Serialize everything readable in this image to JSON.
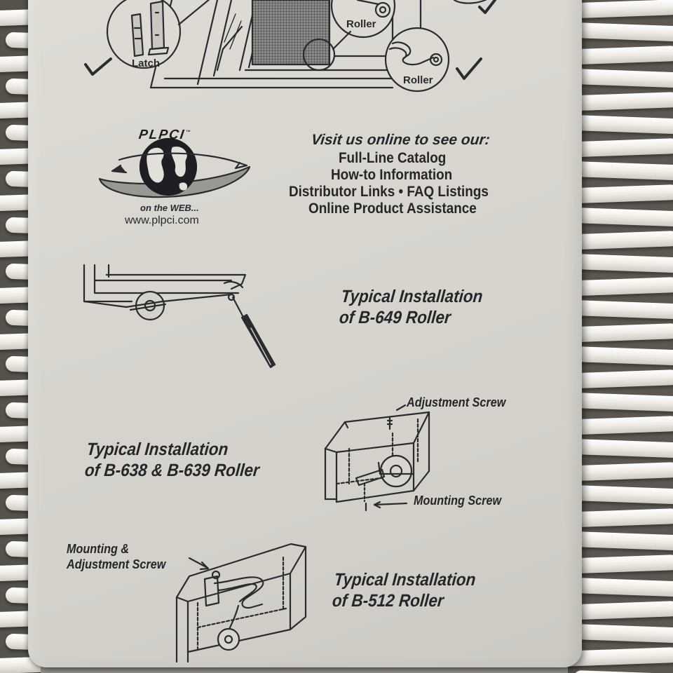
{
  "diagram_labels": {
    "latch": "Latch",
    "roller_upper": "Roller",
    "roller_lower": "Roller"
  },
  "logo": {
    "brand": "PLPCI",
    "tagline": "on the WEB...",
    "url": "www.plpci.com"
  },
  "online": {
    "heading": "Visit us online to see our:",
    "lines": [
      "Full-Line Catalog",
      "How-to Information",
      "Distributor Links • FAQ Listings",
      "Online Product Assistance"
    ]
  },
  "installations": {
    "b649": {
      "line1": "Typical Installation",
      "line2": "of B-649 Roller"
    },
    "b638": {
      "line1": "Typical Installation",
      "line2": "of B-638 & B-639 Roller",
      "adjustment_label": "Adjustment Screw",
      "mounting_label": "Mounting Screw"
    },
    "b512": {
      "line1": "Typical Installation",
      "line2": "of B-512 Roller",
      "callout_line1": "Mounting &",
      "callout_line2": "Adjustment Screw"
    }
  },
  "colors": {
    "card": "#d8d6cf",
    "ink": "#26262a",
    "wicker": "#f4f1ea",
    "wicker_shadow": "#5c5851"
  }
}
